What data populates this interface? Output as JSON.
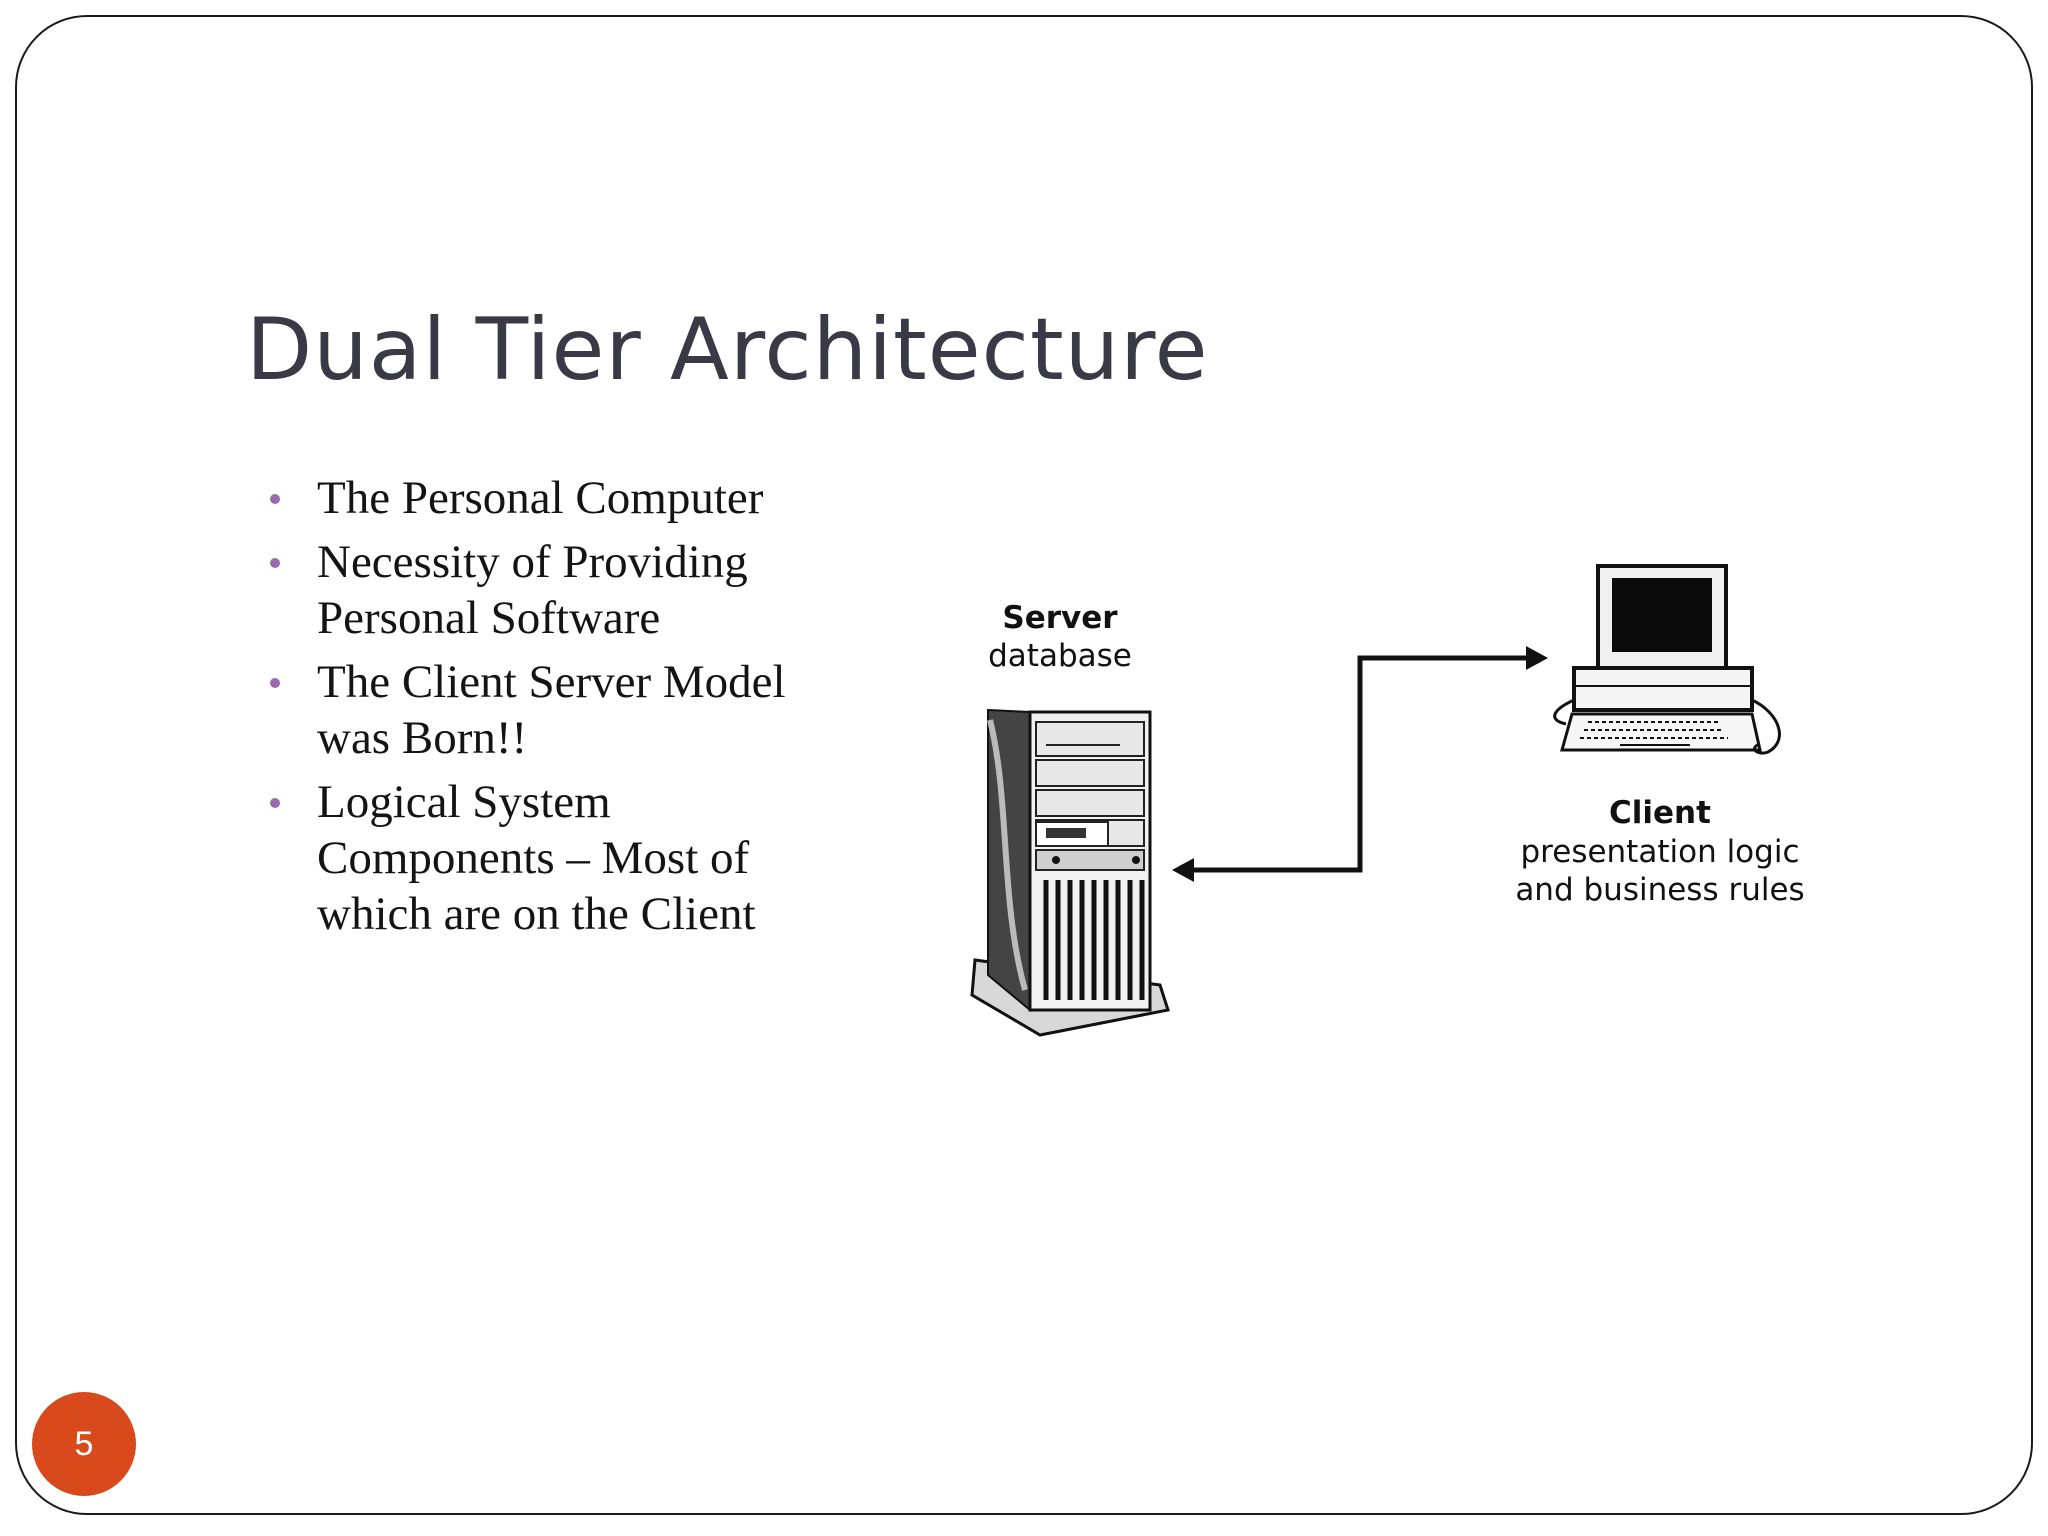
{
  "slide": {
    "title": "Dual Tier Architecture",
    "page_number": "5",
    "bullets": [
      "The Personal Computer",
      "Necessity of Providing Personal Software",
      "The Client Server Model was Born!!",
      "Logical System Components – Most of which are on the Client"
    ],
    "bullet_lines": [
      [
        "The Personal Computer"
      ],
      [
        "Necessity of Providing",
        "Personal Software"
      ],
      [
        "The Client Server Model",
        "was Born!!"
      ],
      [
        "Logical System",
        "Components – Most of",
        "which are on the Client"
      ]
    ]
  },
  "diagram": {
    "server": {
      "title": "Server",
      "subtitle": "database",
      "icon": "server-tower-icon"
    },
    "client": {
      "title": "Client",
      "subtitle_line1": "presentation logic",
      "subtitle_line2": "and business rules",
      "icon": "desktop-computer-icon"
    }
  },
  "colors": {
    "title": "#3a3a46",
    "bullet_dot": "#9b6aa8",
    "badge": "#d84a1b",
    "frame": "#1a1a1a"
  }
}
